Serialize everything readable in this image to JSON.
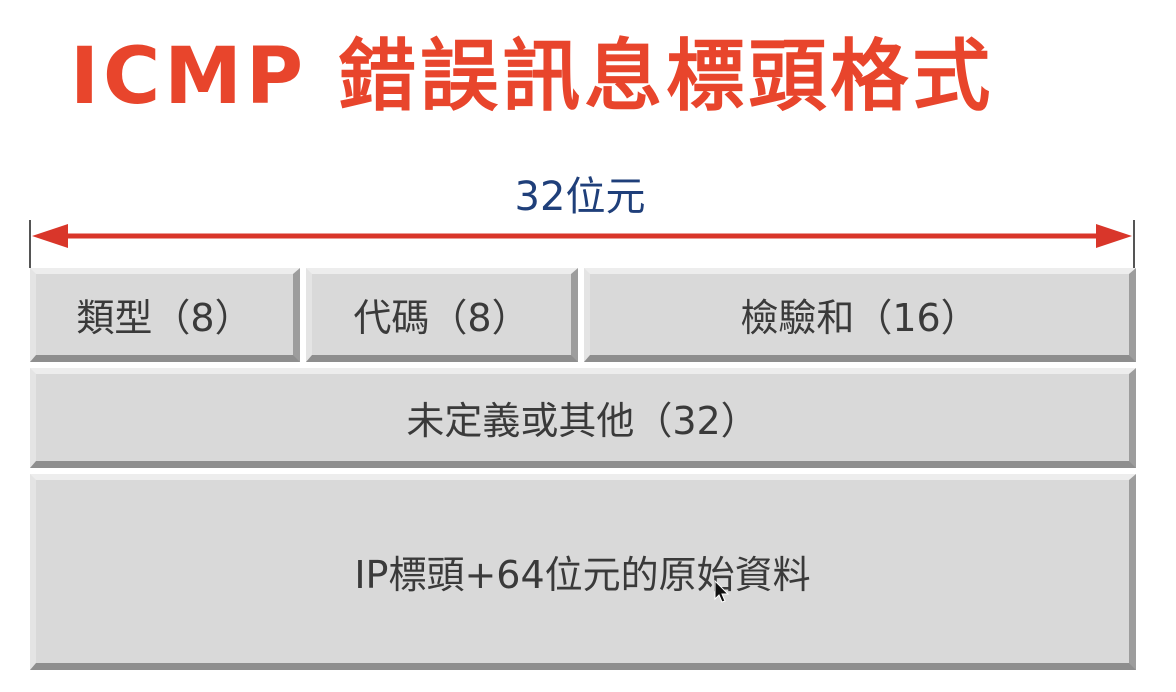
{
  "diagram": {
    "title": "ICMP 錯誤訊息標頭格式",
    "width_label": "32位元",
    "fields": {
      "type": "類型（8）",
      "code": "代碼（8）",
      "checksum": "檢驗和（16）",
      "unused": "未定義或其他（32）",
      "ip_header": "IP標頭+64位元的原始資料"
    },
    "colors": {
      "title": "#e8452c",
      "arrow": "#d9362a",
      "width_label": "#1f3f7a",
      "box_fill": "#d9d9d9"
    }
  }
}
